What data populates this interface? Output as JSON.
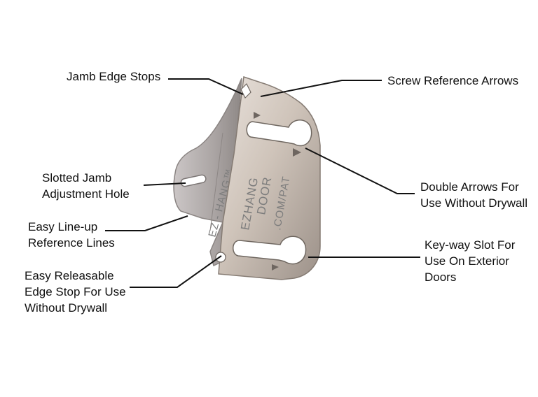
{
  "labels": {
    "jamb_edge_stops": [
      "Jamb Edge Stops"
    ],
    "screw_reference_arrows": [
      "Screw Reference Arrows"
    ],
    "slotted_jamb": [
      "Slotted Jamb",
      "Adjustment Hole"
    ],
    "double_arrows": [
      "Double Arrows For",
      "Use Without Drywall"
    ],
    "easy_lineup": [
      "Easy Line-up",
      "Reference Lines"
    ],
    "keyway_slot": [
      "Key-way Slot For",
      "Use On Exterior",
      "Doors"
    ],
    "easy_releasable": [
      "Easy Releasable",
      "Edge Stop For Use",
      "Without Drywall"
    ]
  },
  "bracket_engraving": {
    "brand": "EZ - HANG™",
    "line1": "EZHANG",
    "line2": "DOOR",
    "line3": ".COM/PAT"
  },
  "colors": {
    "leader_line": "#111111",
    "plate_light": "#d9cfc6",
    "plate_dark": "#8f857d"
  }
}
